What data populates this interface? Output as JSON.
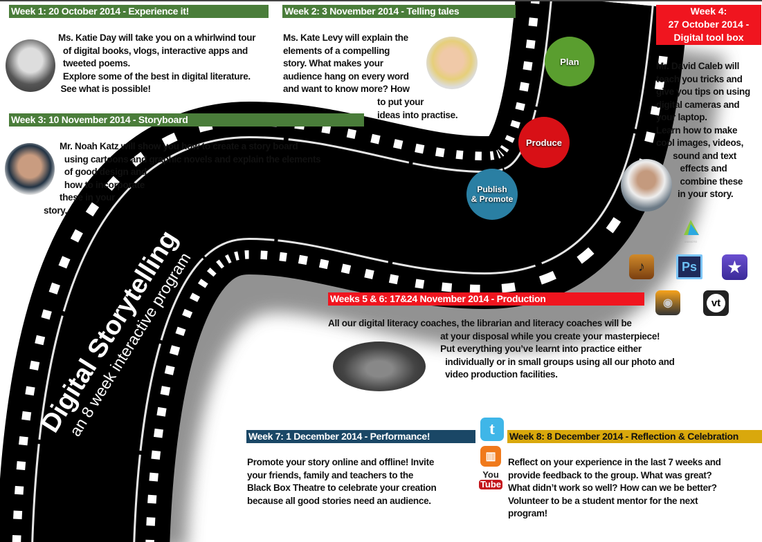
{
  "colors": {
    "green": "#4a7d3a",
    "red": "#f0151f",
    "navy": "#1a4766",
    "gold": "#d9a80c"
  },
  "title": {
    "main": "Digital Storytelling",
    "sub": "an 8 week interactive program"
  },
  "stages": {
    "plan": "Plan",
    "produce": "Produce",
    "publish_1": "Publish",
    "publish_2": "& Promote"
  },
  "week1": {
    "header": "Week 1: 20 October 2014 - Experience it!",
    "lines": [
      "Ms. Katie Day will take you on a whirlwind tour",
      "  of digital books, vlogs, interactive apps and",
      "  tweeted poems.",
      "  Explore some of the best in digital literature.",
      " See what is possible!"
    ]
  },
  "week2": {
    "header": "Week 2:  3 November 2014 - Telling tales",
    "lines": [
      "Ms. Kate Levy will explain the",
      "elements of a compelling",
      "story. What makes your",
      "audience hang on every word",
      "and want to know more? How"
    ],
    "lines_right": [
      "to put your",
      "ideas into practise."
    ]
  },
  "week3": {
    "header": "Week 3: 10 November 2014 - Storyboard",
    "lines": [
      "Mr. Noah Katz will show you how to create a story board",
      "  using cartoons and graphic novels and explain the elements",
      "  of good design and",
      "  how to incorporate",
      "these in your"
    ],
    "last": "story."
  },
  "week4": {
    "header_lines": [
      "Week 4:",
      "27 October 2014 -",
      "Digital tool box"
    ],
    "lines": [
      "Mr. David Caleb will",
      "teach you tricks and",
      "give you tips on using",
      "digital cameras and",
      "your laptop.",
      "Learn how to make",
      "cool images, videos,",
      "       sound and text",
      "          effects and",
      "          combine these",
      "         in your story."
    ]
  },
  "week56": {
    "header": "Weeks 5 & 6: 17&24  November 2014 - Production",
    "lines": [
      "All our digital literacy coaches, the librarian and literacy coaches will be",
      "                                               at your disposal while you create your masterpiece!",
      "                                               Put everything you’ve learnt into practice either",
      "                                                 individually or in small groups using all our photo and",
      "                                                 video production facilities."
    ]
  },
  "week7": {
    "header": "Week 7:  1 December 2014 - Performance!",
    "lines": [
      "Promote your story online and offline! Invite",
      "your friends, family and teachers to the",
      "Black Box Theatre to celebrate your creation",
      "because all good stories need an audience."
    ]
  },
  "week8": {
    "header": "Week 8: 8 December 2014 - Reflection & Celebration",
    "lines": [
      "Reflect on your experience in the last 7 weeks and",
      "provide feedback to the group. What was great?",
      "What didn’t work so well? How can we be better?",
      "Volunteer to be a student mentor for the next",
      "program!"
    ]
  },
  "apps": {
    "animoto": "ANIMOTO",
    "photoshop": "Ps",
    "videolicious": "vt",
    "youtube_1": "You",
    "youtube_2": "Tube"
  }
}
